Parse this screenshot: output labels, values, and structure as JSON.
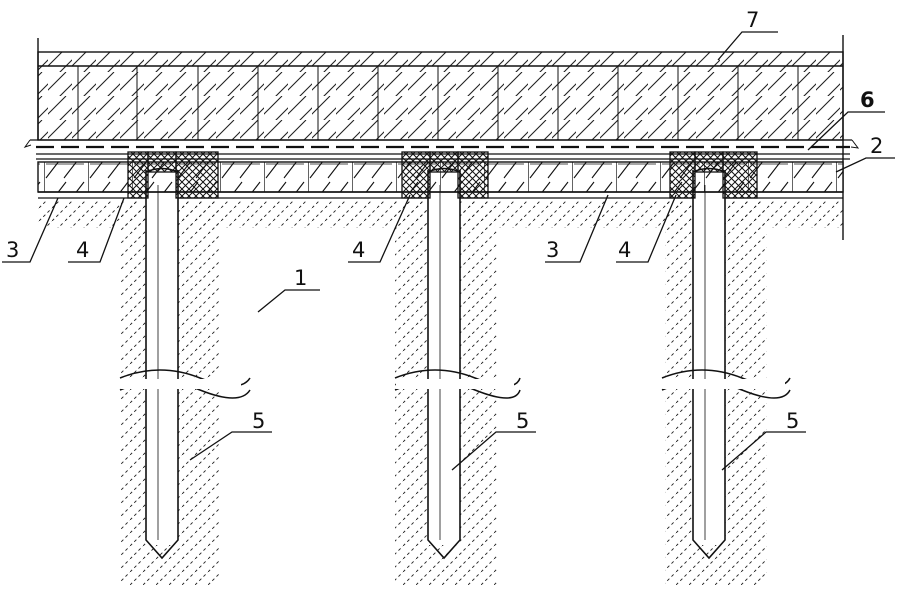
{
  "figure": {
    "labels": {
      "ground": "1",
      "layer_2": "2",
      "layer_3": "3",
      "cap_4": "4",
      "pile_5": "5",
      "layer_6": "6",
      "slab_7": "7"
    },
    "pile_count": 3,
    "colors": {
      "ink": "#111111",
      "background": "#ffffff"
    }
  }
}
